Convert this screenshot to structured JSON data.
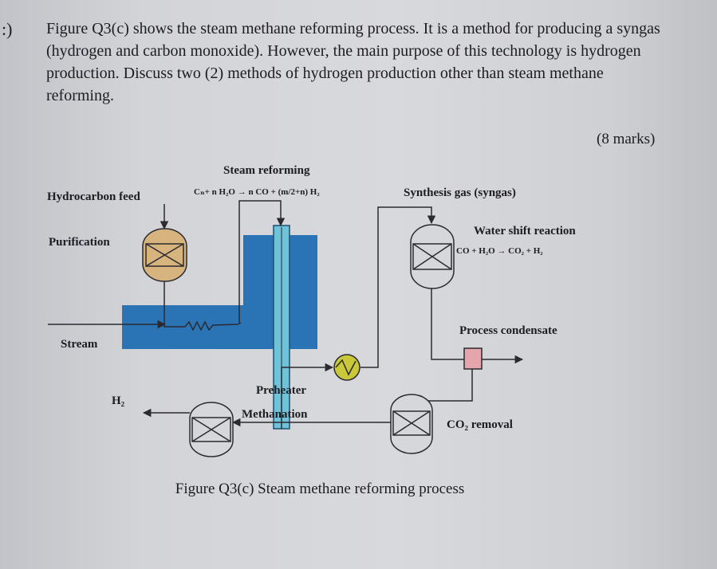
{
  "question": {
    "number": ":)",
    "text": "Figure Q3(c) shows the steam methane reforming process. It is a method for producing a syngas (hydrogen and carbon monoxide). However, the main purpose of this technology is hydrogen production. Discuss two (2) methods of hydrogen production other than steam methane reforming.",
    "marks": "(8 marks)"
  },
  "diagram": {
    "labels": {
      "steam_reforming": "Steam reforming",
      "reforming_equation": "Cₙ+ n H₂O → n CO + (m/2+n) H₂",
      "hydrocarbon_feed": "Hydrocarbon feed",
      "synthesis_gas": "Synthesis gas (syngas)",
      "purification": "Purification",
      "water_shift": "Water shift reaction",
      "shift_equation": "CO + H₂O → CO₂ + H₂",
      "stream": "Stream",
      "process_condensate": "Process condensate",
      "preheater": "Preheater",
      "h2": "H₂",
      "methanation": "Methanation",
      "co2_removal": "CO₂ removal"
    },
    "colors": {
      "furnace": "#2a73b5",
      "tube": "#6fc3d9",
      "purification_vessel": "#d7b47e",
      "preheater": "#c8c83a",
      "condensate": "#e4a5ad",
      "vessel": "#d6d7db"
    }
  },
  "caption": "Figure Q3(c) Steam methane reforming process"
}
